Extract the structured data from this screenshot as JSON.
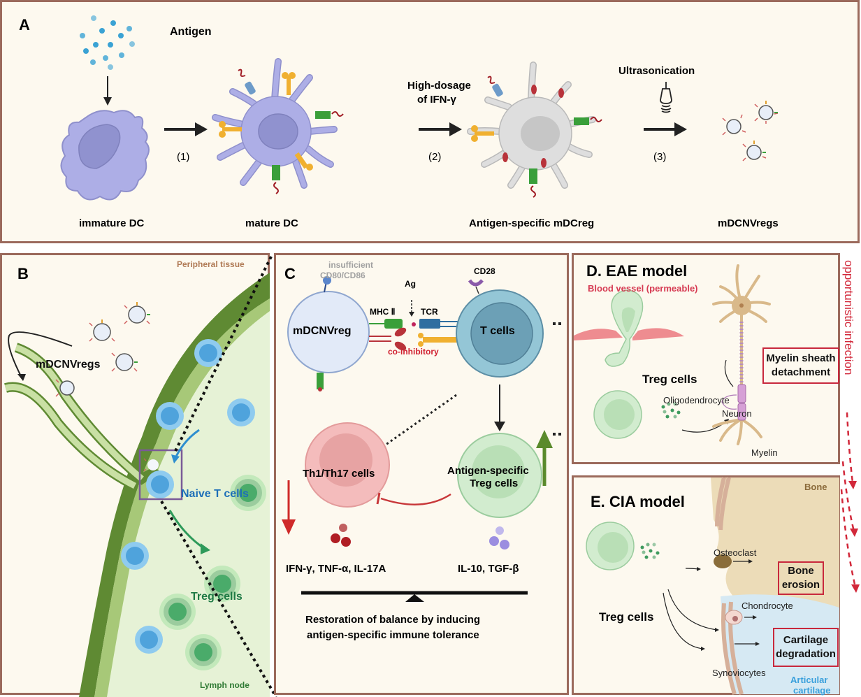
{
  "panelA": {
    "letter": "A",
    "antigen_label": "Antigen",
    "cells": [
      "immature DC",
      "mature DC",
      "Antigen-specific  mDCreg",
      "mDCNVregs"
    ],
    "steps": [
      {
        "num": "(1)",
        "label": ""
      },
      {
        "num": "(2)",
        "label_line1": "High-dosage",
        "label_line2": "of  IFN-γ"
      },
      {
        "num": "(3)",
        "label": "Ultrasonication"
      }
    ]
  },
  "panelB": {
    "letter": "B",
    "peripheral_label": "Peripheral tissue",
    "vesicles_label": "mDCNVregs",
    "naive_label": "Naive T cells",
    "treg_label": "Treg cells",
    "lymph_label": "Lymph node"
  },
  "panelC": {
    "letter": "C",
    "insufficient_line1": "insufficient",
    "insufficient_line2": "CD80/CD86",
    "cd28": "CD28",
    "ag": "Ag",
    "mhc": "MHC Ⅱ",
    "tcr": "TCR",
    "mdcnvreg": "mDCNVreg",
    "tcells": "T cells",
    "coinhibitory": "co-inhibitory",
    "th_cells": "Th1/Th17 cells",
    "treg_line1": "Antigen-specific",
    "treg_line2": "Treg cells",
    "th_cytokines": "IFN-γ, TNF-α, IL-17A",
    "treg_cytokines": "IL-10, TGF-β",
    "balance_line1": "Restoration of balance by inducing",
    "balance_line2": "antigen-specific immune tolerance"
  },
  "panelD": {
    "title": "D. EAE model",
    "vessel": "Blood vessel (permeable)",
    "treg": "Treg cells",
    "oligo": "Oligodendrocyte",
    "neuron": "Neuron",
    "myelin": "Myelin",
    "box_line1": "Myelin sheath",
    "box_line2": "detachment"
  },
  "panelE": {
    "title": "E. CIA model",
    "bone": "Bone",
    "osteoclast": "Osteoclast",
    "treg": "Treg cells",
    "chondrocyte": "Chondrocyte",
    "synoviocytes": "Synoviocytes",
    "cartilage_line1": "Articular",
    "cartilage_line2": "cartilage",
    "box1_line1": "Bone",
    "box1_line2": "erosion",
    "box2_line1": "Cartilage",
    "box2_line2": "degradation"
  },
  "side_label": "opportunistic infection",
  "colors": {
    "panel_border": "#9b6a5c",
    "panel_bg": "#fdf9ef",
    "dc_purple": "#adaee6",
    "mdcreg_gray": "#dcdcdc",
    "naive_blue": "#5aacdf",
    "treg_green": "#cdeacb",
    "th_red": "#f2b8b8",
    "alert_red": "#c8283c",
    "lymph_green": "#5f8a33"
  }
}
